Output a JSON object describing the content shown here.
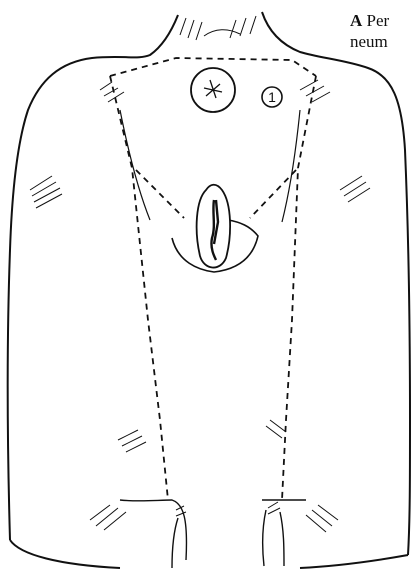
{
  "figure": {
    "panel_letter": "A",
    "caption_line1": "Per",
    "caption_line2": "neum",
    "marker_label": "1"
  },
  "colors": {
    "ink": "#111111",
    "background": "#ffffff"
  }
}
